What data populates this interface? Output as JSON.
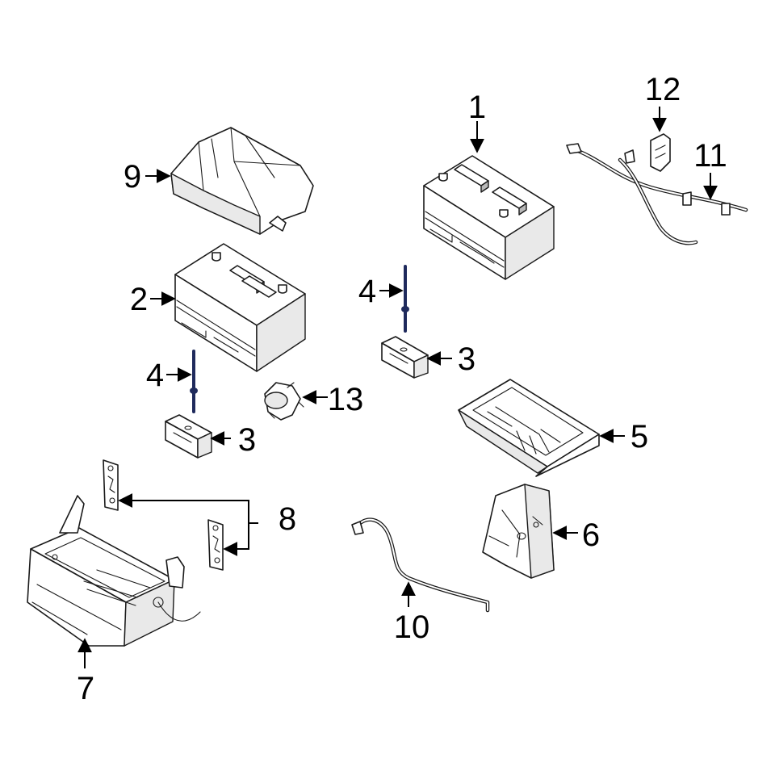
{
  "diagram": {
    "callouts": {
      "c1": "1",
      "c2": "2",
      "c3a": "3",
      "c3b": "3",
      "c4a": "4",
      "c4b": "4",
      "c5": "5",
      "c6": "6",
      "c7": "7",
      "c8": "8",
      "c9": "9",
      "c10": "10",
      "c11": "11",
      "c12": "12",
      "c13": "13"
    },
    "colors": {
      "line": "#1a1a1a",
      "hold_down_rod": "#1f2a5c",
      "background": "#ffffff"
    }
  }
}
